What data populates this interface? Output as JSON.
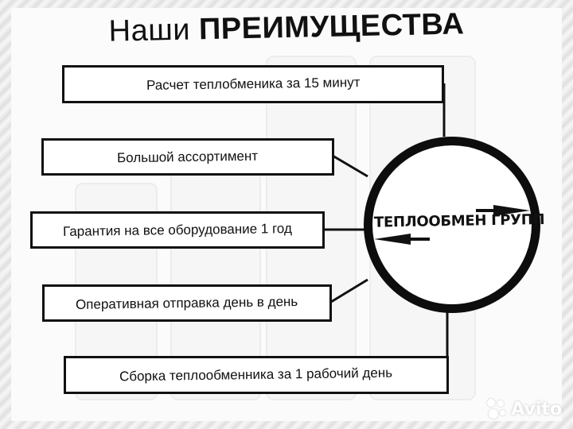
{
  "title": {
    "light": "Наши",
    "bold": "ПРЕИМУЩЕСТВА"
  },
  "advantages": [
    "Расчет теплобменика за 15 минут",
    "Большой ассортимент",
    "Гарантия на все оборудование 1 год",
    "Оперативная отправка день в день",
    "Сборка теплообменника за 1 рабочий день"
  ],
  "logo": {
    "text": "ТЕПЛООБМЕН ГРУПП"
  },
  "watermark": {
    "text": "Avito"
  },
  "colors": {
    "ink": "#111111",
    "box_bg": "#ffffff",
    "panel_bg": "#fbfbfb"
  }
}
